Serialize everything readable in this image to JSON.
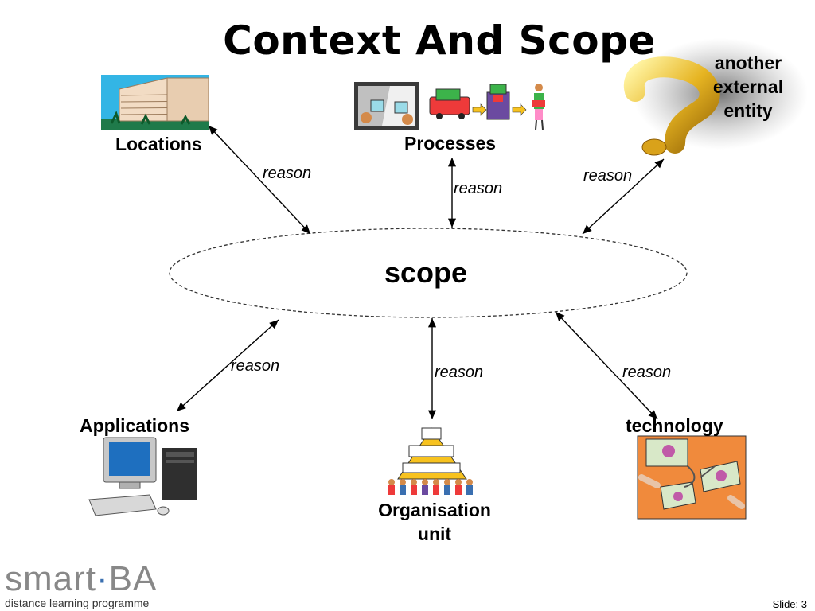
{
  "title": "Context And Scope",
  "center": "scope",
  "nodes": {
    "locations": "Locations",
    "processes": "Processes",
    "external_line1": "another",
    "external_line2": "external",
    "external_line3": "entity",
    "applications": "Applications",
    "organisation_line1": "Organisation",
    "organisation_line2": "unit",
    "technology": "technology"
  },
  "edge_label": "reason",
  "logo": {
    "smart": "smart",
    "dot": "·",
    "ba": "BA",
    "subtitle": "distance learning programme"
  },
  "footer": {
    "slide": "Slide: 3"
  },
  "colors": {
    "ellipse_stroke": "#333333",
    "arrow": "#000000",
    "accent": "#3a6fb0"
  }
}
